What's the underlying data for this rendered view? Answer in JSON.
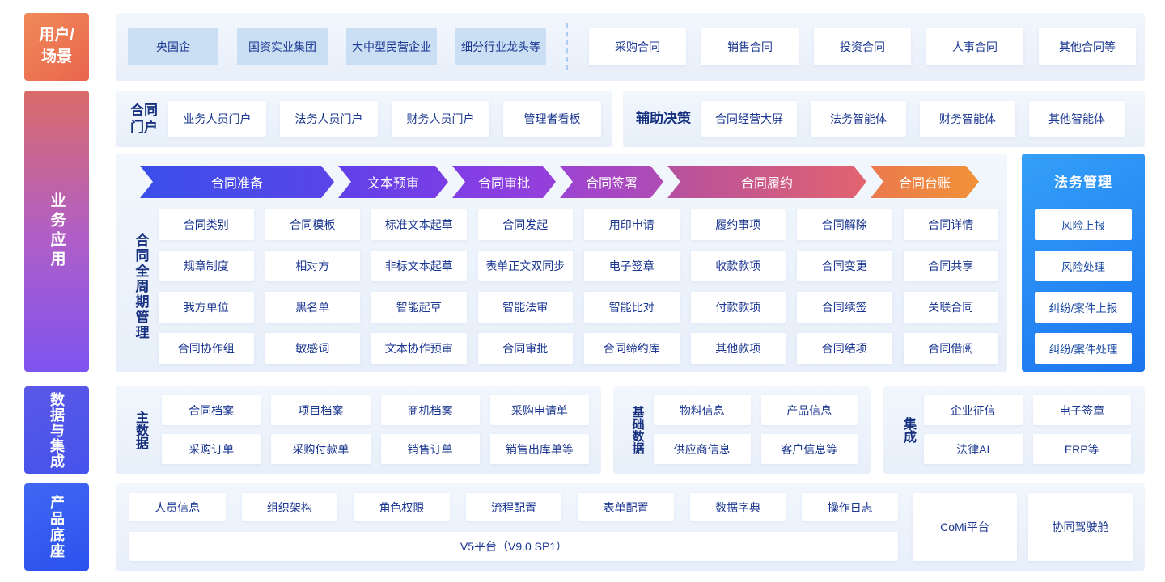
{
  "left_rail": {
    "user_scene_line1": "用户/",
    "user_scene_line2": "场景",
    "business_apps": "业务应用",
    "data_integration": "数据与集成",
    "product_base": "产品底座"
  },
  "scenario_row": {
    "customers": [
      "央国企",
      "国资实业集团",
      "大中型民营企业",
      "细分行业龙头等"
    ],
    "contracts": [
      "采购合同",
      "销售合同",
      "投资合同",
      "人事合同",
      "其他合同等"
    ]
  },
  "portal_row": {
    "label_line1": "合同",
    "label_line2": "门户",
    "items": [
      "业务人员门户",
      "法务人员门户",
      "财务人员门户",
      "管理者看板"
    ]
  },
  "decision_row": {
    "label": "辅助决策",
    "items": [
      "合同经营大屏",
      "法务智能体",
      "财务智能体",
      "其他智能体"
    ]
  },
  "lifecycle": {
    "label": "合同全周期管理",
    "stages": [
      "合同准备",
      "文本预审",
      "合同审批",
      "合同签署",
      "合同履约",
      "合同台账"
    ],
    "grid": [
      "合同类别",
      "合同模板",
      "标准文本起草",
      "合同发起",
      "用印申请",
      "履约事项",
      "合同解除",
      "合同详情",
      "规章制度",
      "相对方",
      "非标文本起草",
      "表单正文双同步",
      "电子签章",
      "收款款项",
      "合同变更",
      "合同共享",
      "我方单位",
      "黑名单",
      "智能起草",
      "智能法审",
      "智能比对",
      "付款款项",
      "合同续签",
      "关联合同",
      "合同协作组",
      "敏感词",
      "文本协作预审",
      "合同审批",
      "合同缔约库",
      "其他款项",
      "合同结项",
      "合同借阅"
    ]
  },
  "legal": {
    "title": "法务管理",
    "items": [
      "风险上报",
      "风险处理",
      "纠纷/案件上报",
      "纠纷/案件处理"
    ]
  },
  "master_data": {
    "label": "主数据",
    "items": [
      "合同档案",
      "项目档案",
      "商机档案",
      "采购申请单",
      "采购订单",
      "采购付款单",
      "销售订单",
      "销售出库单等"
    ]
  },
  "basic_data": {
    "label": "基础数据",
    "items": [
      "物料信息",
      "产品信息",
      "供应商信息",
      "客户信息等"
    ]
  },
  "integration": {
    "label": "集成",
    "items": [
      "企业征信",
      "电子签章",
      "法律AI",
      "ERP等"
    ]
  },
  "product_base": {
    "items": [
      "人员信息",
      "组织架构",
      "角色权限",
      "流程配置",
      "表单配置",
      "数据字典",
      "操作日志"
    ],
    "platform": "V5平台（V9.0 SP1）",
    "side_items": [
      "CoMi平台",
      "协同驾驶舱"
    ]
  },
  "colors": {
    "navy_text": "#1a3691",
    "panel_bg": "#ebf2fa",
    "customer_chip_bg": "#cadef4",
    "legal_panel_blue": "#1b7bf2",
    "rail_orange": "#ec7050",
    "rail_gradient_purple": [
      "#da6c69",
      "#b05ec7",
      "#7e54f0"
    ],
    "rail_indigo": "#4d55e9",
    "rail_blue": "#2f5cf0",
    "flow_gradient": [
      "#3a4fe9",
      "#7a3ee6",
      "#a84bc9",
      "#e2646f",
      "#f19238"
    ]
  }
}
